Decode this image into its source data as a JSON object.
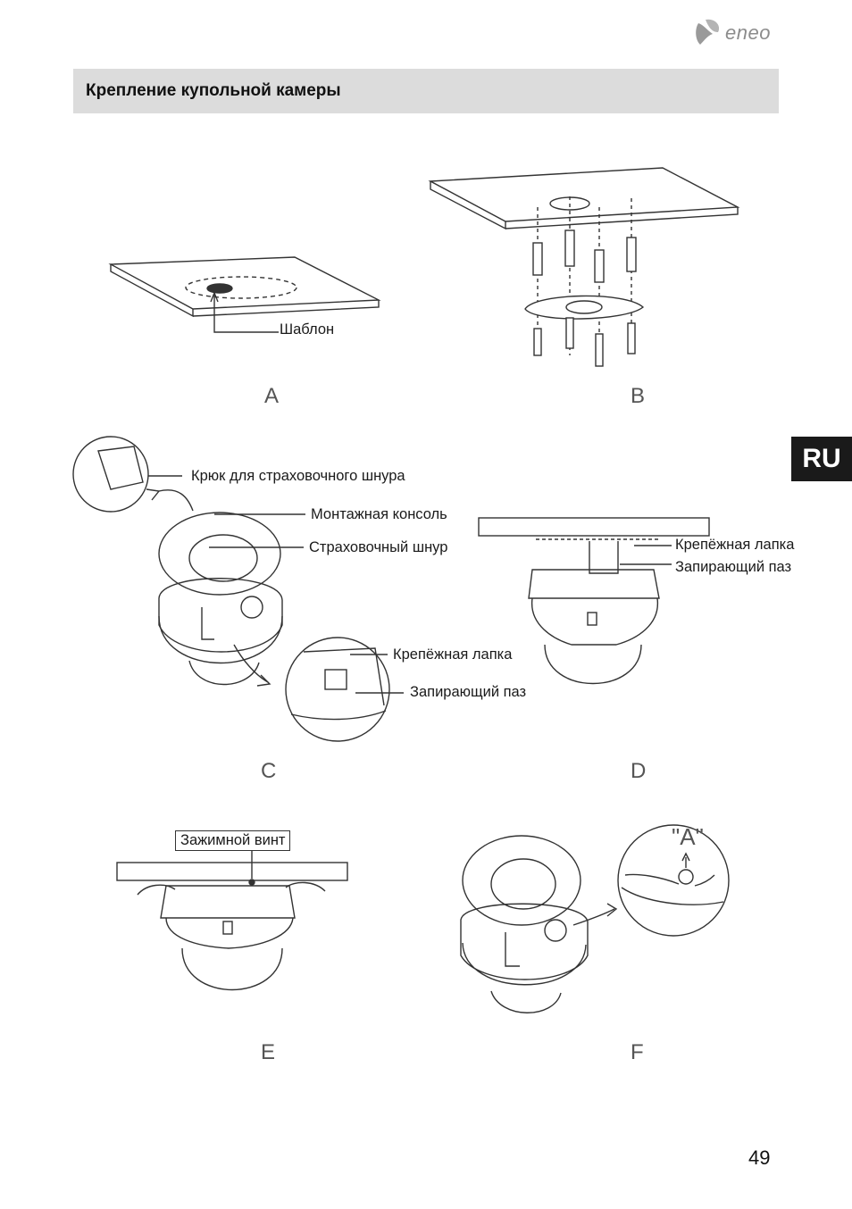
{
  "header": {
    "logo_text": "eneo",
    "title": "Крепление купольной камеры"
  },
  "side_tab": "RU",
  "figures": {
    "a": {
      "letter": "A",
      "template_label": "Шаблон"
    },
    "b": {
      "letter": "B"
    },
    "c": {
      "letter": "C",
      "hook_label": "Крюк для страховочного шнура",
      "bracket_label": "Монтажная консоль",
      "cord_label": "Страховочный шнур",
      "tab_label": "Крепёжная лапка",
      "slot_label": "Запирающий паз"
    },
    "d": {
      "letter": "D",
      "tab_label": "Крепёжная лапка",
      "slot_label": "Запирающий паз"
    },
    "e": {
      "letter": "E",
      "screw_label": "Зажимной винт"
    },
    "f": {
      "letter": "F",
      "detail_label": "\"A\""
    }
  },
  "page_number": "49"
}
